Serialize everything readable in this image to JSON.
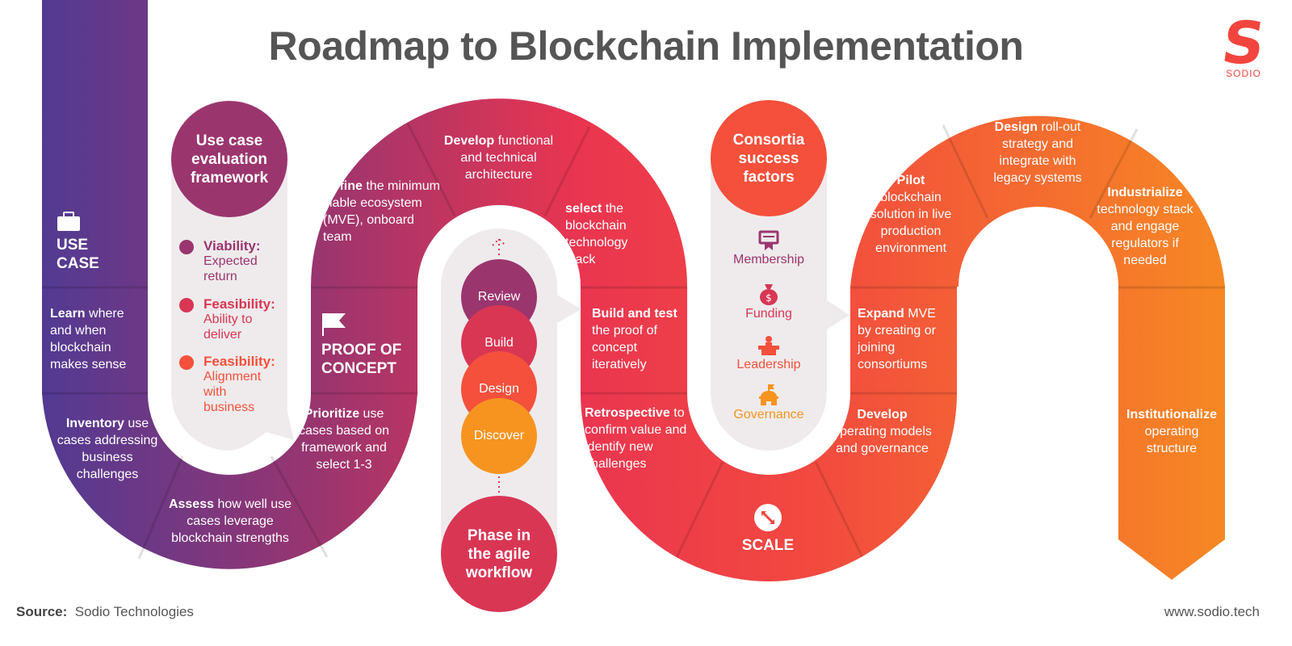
{
  "title": "Roadmap to Blockchain Implementation",
  "brand": {
    "logo_letter": "S",
    "logo_name": "SODIO"
  },
  "footer": {
    "source_label": "Source:",
    "source_value": "Sodio Technologies",
    "url": "www.sodio.tech"
  },
  "colors": {
    "purple": "#4b3a96",
    "magenta": "#9b356e",
    "red": "#f2394a",
    "orange": "#f58a21",
    "panel": "#efebec",
    "title": "#555555"
  },
  "stages": [
    {
      "icon": "briefcase-icon",
      "label_line1": "USE",
      "label_line2": "CASE"
    },
    {
      "icon": "flag-icon",
      "label_line1": "PROOF OF",
      "label_line2": "CONCEPT"
    },
    {
      "icon": "expand-arrows-icon",
      "label_line1": "SCALE",
      "label_line2": ""
    }
  ],
  "steps": {
    "learn": {
      "bold": "Learn",
      "rest": " where and when blockchain makes sense"
    },
    "inventory": {
      "bold": "Inventory",
      "rest": " use cases addressing business challenges"
    },
    "assess": {
      "bold": "Assess",
      "rest": " how well use cases leverage blockchain strengths"
    },
    "prioritize": {
      "bold": "Prioritize",
      "rest": " use cases based on framework and select 1-3"
    },
    "define": {
      "bold": "Define",
      "rest": " the minimum viable ecosystem (MVE), onboard team"
    },
    "develop_arch": {
      "bold": "Develop",
      "rest": " functional and technical architecture"
    },
    "select": {
      "bold": "select",
      "rest": " the blockchain technology stack"
    },
    "build_test": {
      "bold": "Build and test",
      "rest": " the proof of concept iteratively"
    },
    "retrospective": {
      "bold": "Retrospective",
      "rest": " to confirm value and identify new challenges"
    },
    "develop_ops": {
      "bold": "Develop",
      "rest": " operating models and governance"
    },
    "expand": {
      "bold": "Expand",
      "rest": " MVE by creating or joining consortiums"
    },
    "pilot": {
      "bold": "Pilot",
      "rest": " blockchain solution in live production environment"
    },
    "design_rollout": {
      "bold": "Design",
      "rest": " roll-out strategy and integrate with legacy systems"
    },
    "industrialize": {
      "bold": "Industrialize",
      "rest": " technology stack and engage regulators if needed"
    },
    "institutionalize": {
      "bold": "Institutionalize",
      "rest": " operating structure"
    }
  },
  "evaluation": {
    "heading": "Use case evaluation framework",
    "criteria": [
      {
        "label": "Viability:",
        "desc": "Expected return",
        "color": "#9b356e"
      },
      {
        "label": "Feasibility:",
        "desc": "Ability to deliver",
        "color": "#d93654"
      },
      {
        "label": "Feasibility:",
        "desc": "Alignment with business",
        "color": "#f4503c"
      }
    ]
  },
  "agile": {
    "heading": "Phase in the agile workflow",
    "phases": [
      {
        "label": "Review",
        "color": "#9b356e"
      },
      {
        "label": "Build",
        "color": "#d93654"
      },
      {
        "label": "Design",
        "color": "#f4503c"
      },
      {
        "label": "Discover",
        "color": "#f79420"
      }
    ]
  },
  "consortia": {
    "heading": "Consortia success factors",
    "factors": [
      {
        "label": "Membership",
        "icon": "certificate-icon",
        "color": "#9b356e"
      },
      {
        "label": "Funding",
        "icon": "money-bag-icon",
        "color": "#d93654"
      },
      {
        "label": "Leadership",
        "icon": "podium-speaker-icon",
        "color": "#f4503c"
      },
      {
        "label": "Governance",
        "icon": "capitol-building-icon",
        "color": "#f79420"
      }
    ]
  }
}
